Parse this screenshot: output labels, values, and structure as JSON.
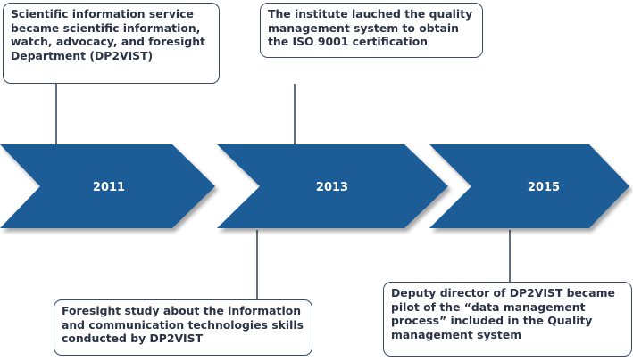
{
  "colors": {
    "arrow_fill": "#1f5d97",
    "arrow_shadow": "#0e3b66",
    "connector": "#3b4a66",
    "box_border": "#3b4a66",
    "text": "#2b3346"
  },
  "timeline": {
    "milestones": [
      {
        "year": "2011"
      },
      {
        "year": "2013"
      },
      {
        "year": "2015"
      }
    ]
  },
  "events": [
    {
      "text": "Scientific information service became scientific information, watch, advocacy, and foresight Department (DP2VIST)"
    },
    {
      "text": "The institute lauched the quality management system to obtain the ISO 9001 certification"
    },
    {
      "text": "Foresight study about the information and communication technologies skills conducted by DP2VIST"
    },
    {
      "text": "Deputy director of DP2VIST became pilot of the “data management process” included  in the Quality management system"
    }
  ]
}
